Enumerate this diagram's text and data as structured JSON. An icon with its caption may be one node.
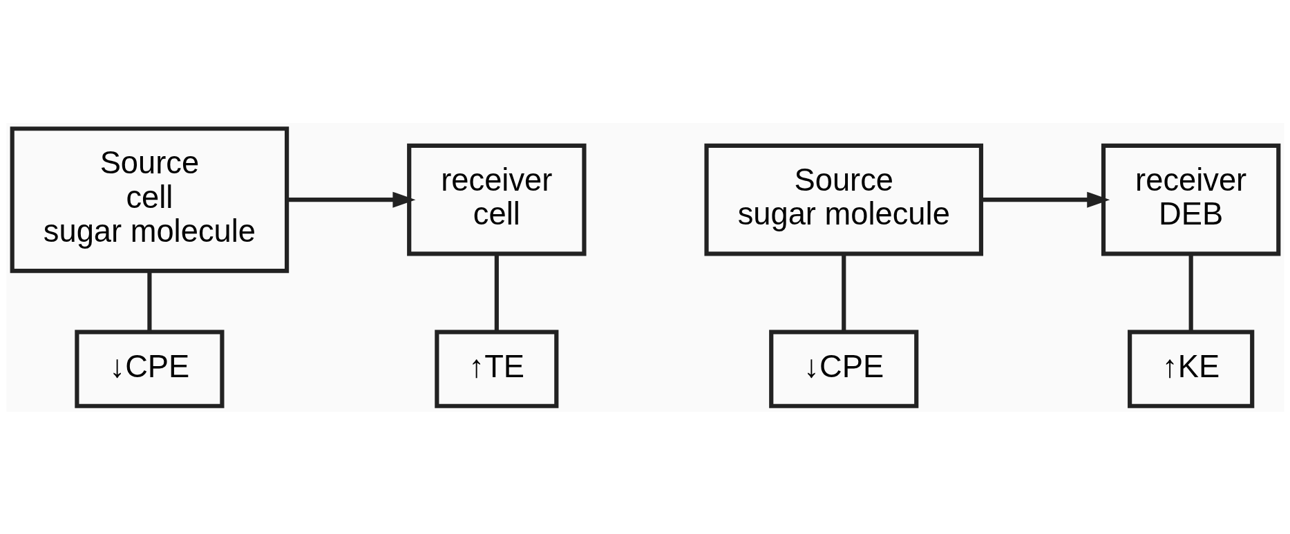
{
  "diagram": {
    "nodes": [
      {
        "text": [
          "Source",
          "cell",
          "sugar molecule"
        ]
      },
      {
        "text": [
          "receiver",
          "cell"
        ]
      },
      {
        "text": [
          "↓CPE"
        ]
      },
      {
        "text": [
          "↑TE"
        ]
      },
      {
        "text": [
          "Source",
          "sugar molecule"
        ]
      },
      {
        "text": [
          "receiver",
          "DEB"
        ]
      },
      {
        "text": [
          "↓CPE"
        ]
      },
      {
        "text": [
          "↑KE"
        ]
      }
    ],
    "edges": [
      {
        "from": 0,
        "to": 1,
        "arrow": "to"
      },
      {
        "from": 0,
        "to": 2,
        "arrow": "none"
      },
      {
        "from": 1,
        "to": 3,
        "arrow": "none"
      },
      {
        "from": 4,
        "to": 5,
        "arrow": "to"
      },
      {
        "from": 4,
        "to": 6,
        "arrow": "none"
      },
      {
        "from": 5,
        "to": 7,
        "arrow": "none"
      }
    ]
  }
}
